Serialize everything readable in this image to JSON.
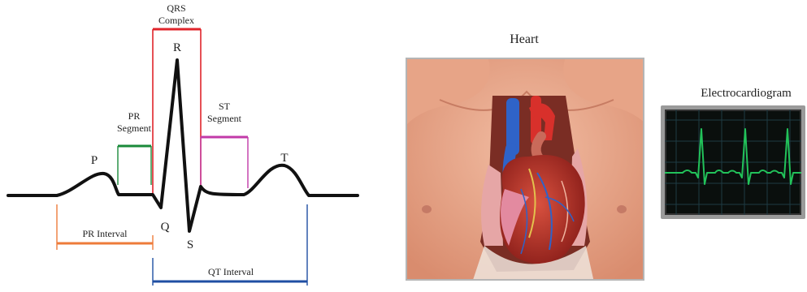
{
  "ecg_diagram": {
    "labels": {
      "p": "P",
      "q": "Q",
      "r": "R",
      "s": "S",
      "t": "T",
      "qrs_line1": "QRS",
      "qrs_line2": "Complex",
      "pr_segment_line1": "PR",
      "pr_segment_line2": "Segment",
      "st_segment_line1": "ST",
      "st_segment_line2": "Segment",
      "pr_interval": "PR Interval",
      "qt_interval": "QT Interval"
    },
    "colors": {
      "qrs": "#e0242b",
      "pr_segment": "#1a8a3a",
      "st_segment": "#c23aa8",
      "pr_interval": "#ee7b3a",
      "qt_interval": "#1f4ea3",
      "trace": "#111111"
    }
  },
  "heart_panel": {
    "title": "Heart",
    "image": "anatomical-heart-illustration"
  },
  "monitor_panel": {
    "title": "Electrocardiogram",
    "trace_color": "#22c25a",
    "grid_color": "#1e3b44"
  }
}
